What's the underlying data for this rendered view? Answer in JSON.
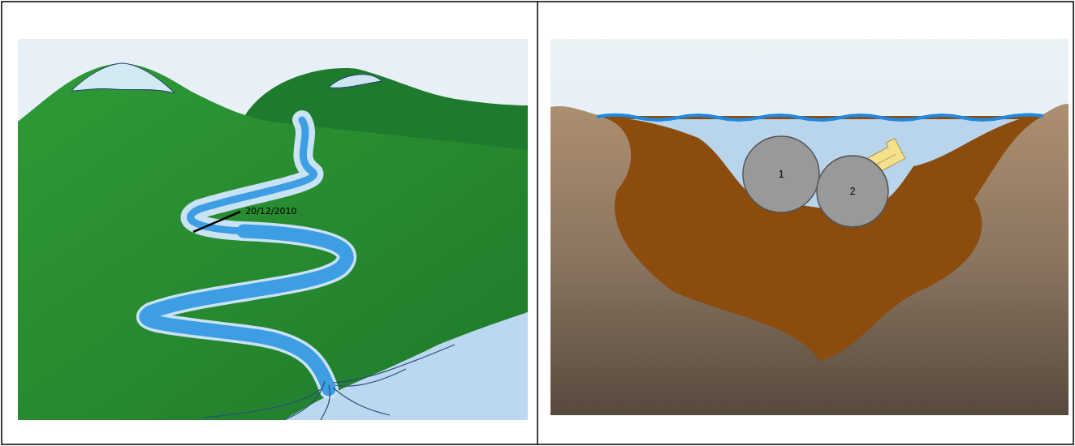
{
  "diagram": {
    "nodes": [
      {
        "text": [
          "1"
        ]
      },
      {
        "text": [
          "2"
        ]
      }
    ],
    "labels": [
      "20/12/2010"
    ]
  }
}
